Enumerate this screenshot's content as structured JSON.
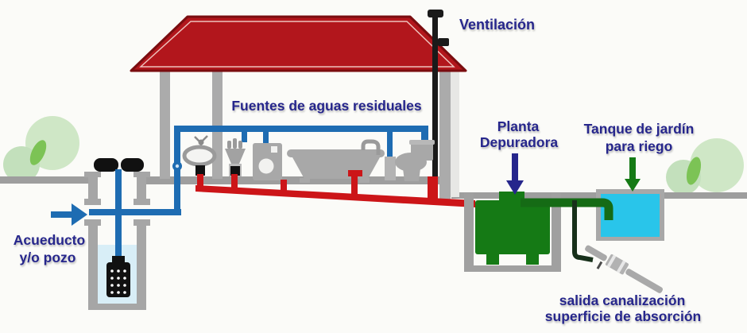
{
  "labels": {
    "ventilation": "Ventilación",
    "wastewater_sources": "Fuentes de aguas residuales",
    "treatment_plant": {
      "line1": "Planta",
      "line2": "Depuradora"
    },
    "garden_tank": {
      "line1": "Tanque de jardín",
      "line2": "para riego"
    },
    "water_supply": {
      "line1": "Acueducto",
      "line2": "y/o pozo"
    },
    "absorption_outlet": {
      "line1": "salida canalización",
      "line2": "superficie de absorción"
    }
  },
  "colors": {
    "background": "#fbfbf8",
    "label_text": "#26268c",
    "roof_fill": "#b2161c",
    "roof_border": "#7a0d10",
    "supply_pipe": "#1e6cb2",
    "drain_pipe": "#cc1518",
    "treatment_plant": "#157a15",
    "irrigation_pipe": "#156b15",
    "absorption_branch": "#17301a",
    "tank_water": "#29c5ea",
    "well_water": "#d8eef7",
    "structure_gray": "#a2a2a2",
    "vent_pipe": "#1a1a1a",
    "foliage_light": "#cfe7c6",
    "foliage_leaf": "#7cc355",
    "arrow_garden_tank": "#157a15",
    "arrow_treatment_plant": "#26268c",
    "arrow_water_supply": "#1e6cb2"
  }
}
